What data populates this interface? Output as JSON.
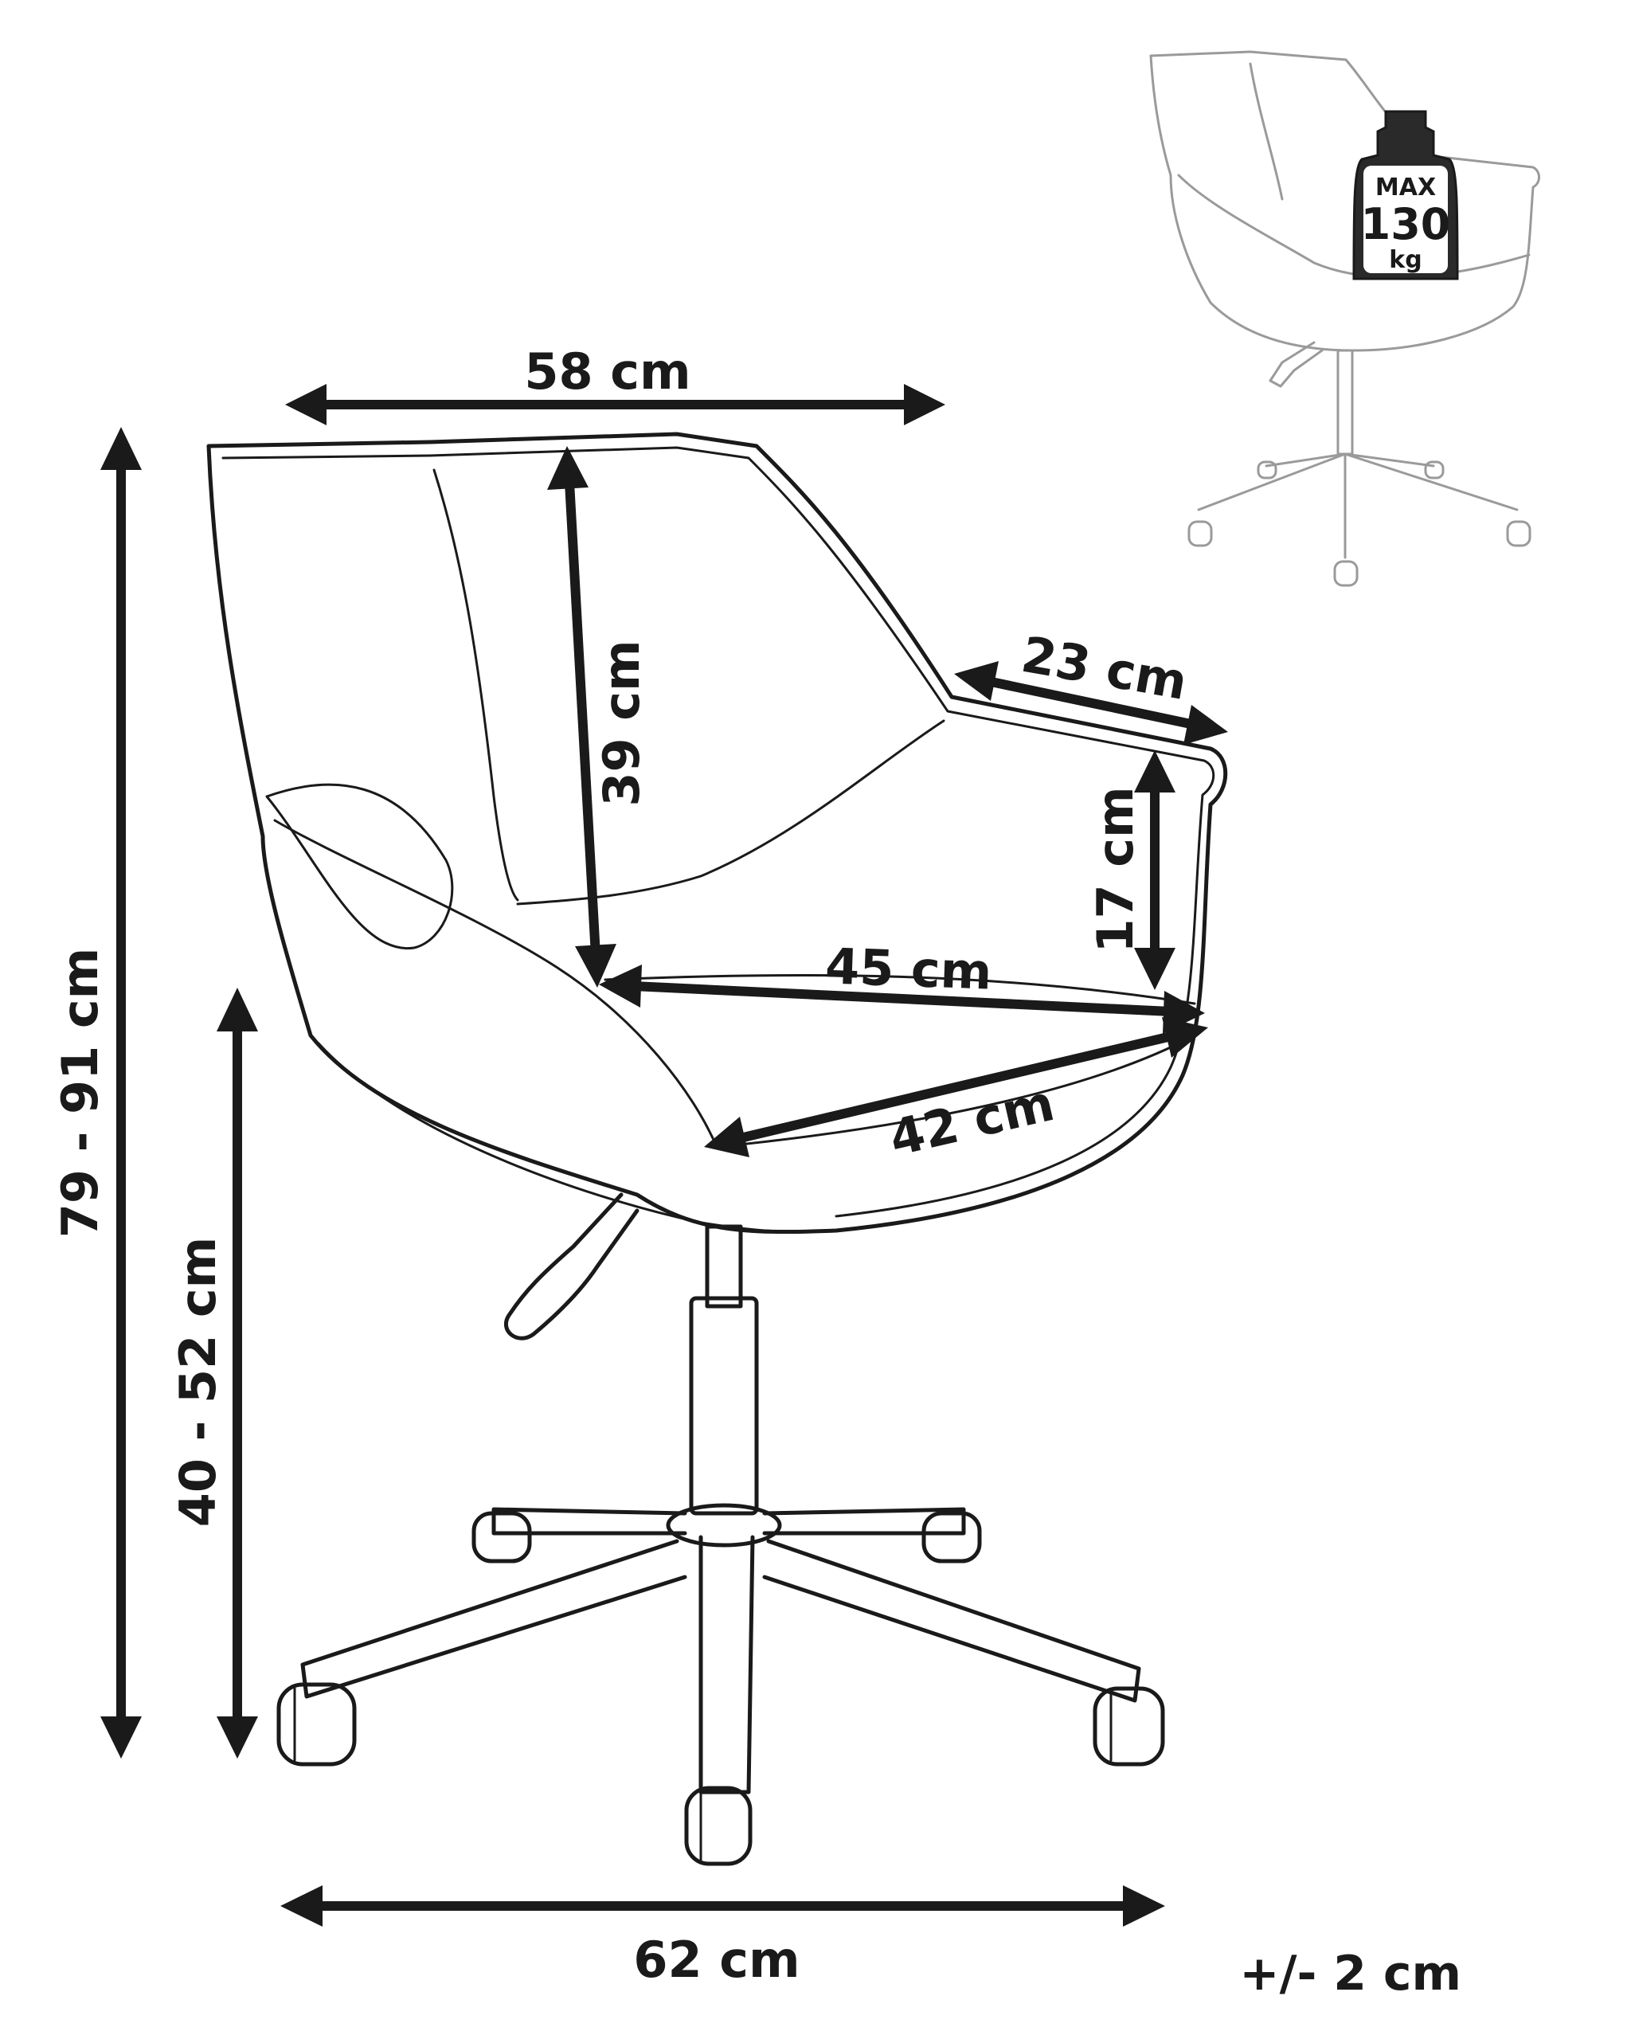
{
  "dimensions": {
    "width": "58 cm",
    "total_height": "79 - 91 cm",
    "seat_height": "40 - 52 cm",
    "backrest_height": "39 cm",
    "armrest_length": "23 cm",
    "armrest_height": "17 cm",
    "seat_depth": "45 cm",
    "seat_width": "42 cm",
    "base_width": "62 cm"
  },
  "tolerance": "+/- 2 cm",
  "max_load": {
    "line1": "MAX",
    "line2": "130",
    "line3": "kg"
  },
  "colors": {
    "line": "#1a1a1a",
    "ghost": "#9a9a9a",
    "background": "#ffffff"
  }
}
